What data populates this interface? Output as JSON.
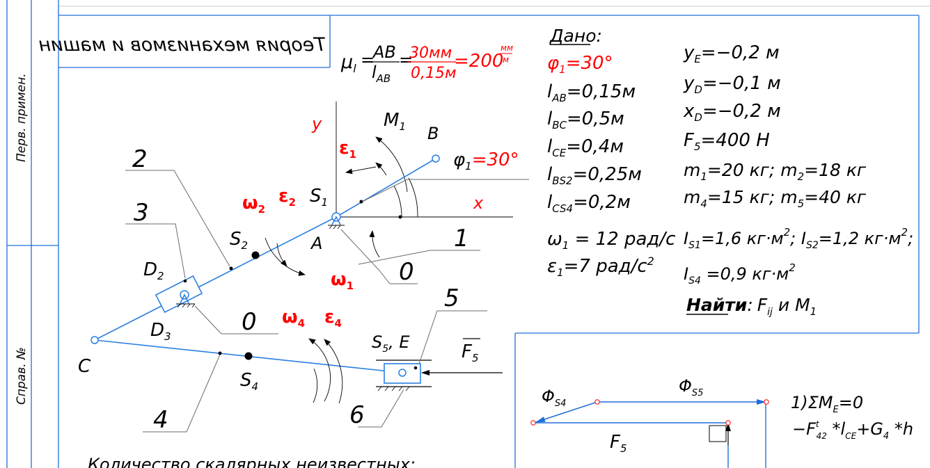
{
  "stamp": {
    "side_upper": "Перв. примен.",
    "side_lower": "Справ. №"
  },
  "title_block": {
    "title": "Теория механизмов и машин"
  },
  "scale": {
    "mu": "μ",
    "mu_sub": "l",
    "equals": "=",
    "numerator": "AB",
    "denominator": "l",
    "denominator_sub": "AB",
    "num_val": "30мм",
    "den_val": "0,15м",
    "result": "=200",
    "res_unit_top": "мм",
    "res_unit_bot": "м"
  },
  "given": {
    "header": "Дано:",
    "left_items": [
      {
        "main": "φ",
        "sub": "1",
        "rest": "=30°",
        "color": "red"
      },
      {
        "main": "l",
        "sub": "AB",
        "rest": "=0,15м",
        "color": "black"
      },
      {
        "main": "l",
        "sub": "BC",
        "rest": "=0,5м",
        "color": "black"
      },
      {
        "main": "l",
        "sub": "CE",
        "rest": "=0,4м",
        "color": "black"
      },
      {
        "main": "l",
        "sub": "BS2",
        "rest": "=0,25м",
        "color": "black"
      },
      {
        "main": "l",
        "sub": "CS4",
        "rest": "=0,2м",
        "color": "black"
      },
      {
        "main": "ω",
        "sub": "1",
        "rest": " = 12 рад/с",
        "color": "black"
      },
      {
        "main": "ε",
        "sub": "1",
        "rest": "=7 рад/с",
        "sup": "2",
        "color": "black"
      }
    ],
    "right_items": [
      {
        "main": "y",
        "sub": "E",
        "rest": "=−0,2 м"
      },
      {
        "main": "y",
        "sub": "D",
        "rest": "=−0,1 м"
      },
      {
        "main": "x",
        "sub": "D",
        "rest": "=−0,2 м"
      },
      {
        "main": "F",
        "sub": "5",
        "rest": "=400 Н"
      },
      {
        "text": "m₁=20 кг; m₂=18 кг"
      },
      {
        "text": "m₄=15 кг; m₅=40 кг"
      },
      {
        "text": "I_S1=1,6 кг·м²; I_S2=1,2 кг·м²;"
      },
      {
        "text": "I_S4 =0,9 кг·м²"
      }
    ],
    "m_line1_a": "m",
    "m_line1_a_sub": "1",
    "m_line1_a_rest": "=20 кг; ",
    "m_line1_b": "m",
    "m_line1_b_sub": "2",
    "m_line1_b_rest": "=18 кг",
    "m_line2_a": "m",
    "m_line2_a_sub": "4",
    "m_line2_a_rest": "=15 кг; ",
    "m_line2_b": "m",
    "m_line2_b_sub": "5",
    "m_line2_b_rest": "=40 кг",
    "inertia1_a": "I",
    "inertia1_a_sub": "S1",
    "inertia1_a_rest": "=1,6 кг·м",
    "inertia1_a_sup": "2",
    "inertia1_sep": "; ",
    "inertia1_b": "I",
    "inertia1_b_sub": "S2",
    "inertia1_b_rest": "=1,2 кг·м",
    "inertia1_b_sup": "2",
    "inertia1_end": ";",
    "inertia2": "I",
    "inertia2_sub": "S4",
    "inertia2_rest": " =0,9 кг·м",
    "inertia2_sup": "2",
    "find_header": "Найти",
    "find_colon": ":",
    "find_F": "F",
    "find_F_sub": "ij",
    "find_and": " и ",
    "find_M": "M",
    "find_M_sub": "1"
  },
  "mechanism": {
    "axis_y": "y",
    "axis_x": "x",
    "point_B": "B",
    "phi_label": "φ",
    "phi_sub": "1",
    "phi_value": "=30°",
    "moment": "M",
    "moment_sub": "1",
    "eps1": "ε",
    "eps1_sub": "1",
    "omega2": "ω",
    "omega2_sub": "2",
    "eps2": "ε",
    "eps2_sub": "2",
    "S1": "S",
    "S1_sub": "1",
    "S2": "S",
    "S2_sub": "2",
    "A": "A",
    "omega1": "ω",
    "omega1_sub": "1",
    "D2": "D",
    "D2_sub": "2",
    "D3": "D",
    "D3_sub": "3",
    "C": "C",
    "S4": "S",
    "S4_sub": "4",
    "omega4": "ω",
    "omega4_sub": "4",
    "eps4": "ε",
    "eps4_sub": "4",
    "S5E": "S",
    "S5E_sub": "5",
    "S5E_rest": ", E",
    "F5": "F",
    "F5_sub": "5",
    "link_labels": [
      "2",
      "3",
      "0",
      "1",
      "0",
      "4",
      "5",
      "6"
    ]
  },
  "diagram": {
    "phi_s4": "Φ",
    "phi_s4_sub": "S4",
    "phi_s5": "Φ",
    "phi_s5_sub": "S5",
    "f5": "F",
    "f5_sub": "5"
  },
  "equations": {
    "eq1": "1)ΣM",
    "eq1_sub": "E",
    "eq1_rest": "=0",
    "eq2_a": "−F",
    "eq2_a_sup": "t",
    "eq2_a_sub": "42",
    "eq2_b": " *l",
    "eq2_b_sub": "CE",
    "eq2_c": "+G",
    "eq2_c_sub": "4",
    "eq2_d": " *h"
  },
  "bottom": {
    "text": "Количество скалярных неизвестных:"
  },
  "colors": {
    "frame": "#1e6fd9",
    "mechanism": "#2a7fe0",
    "accent_red": "#ff0000",
    "text": "#000000"
  }
}
